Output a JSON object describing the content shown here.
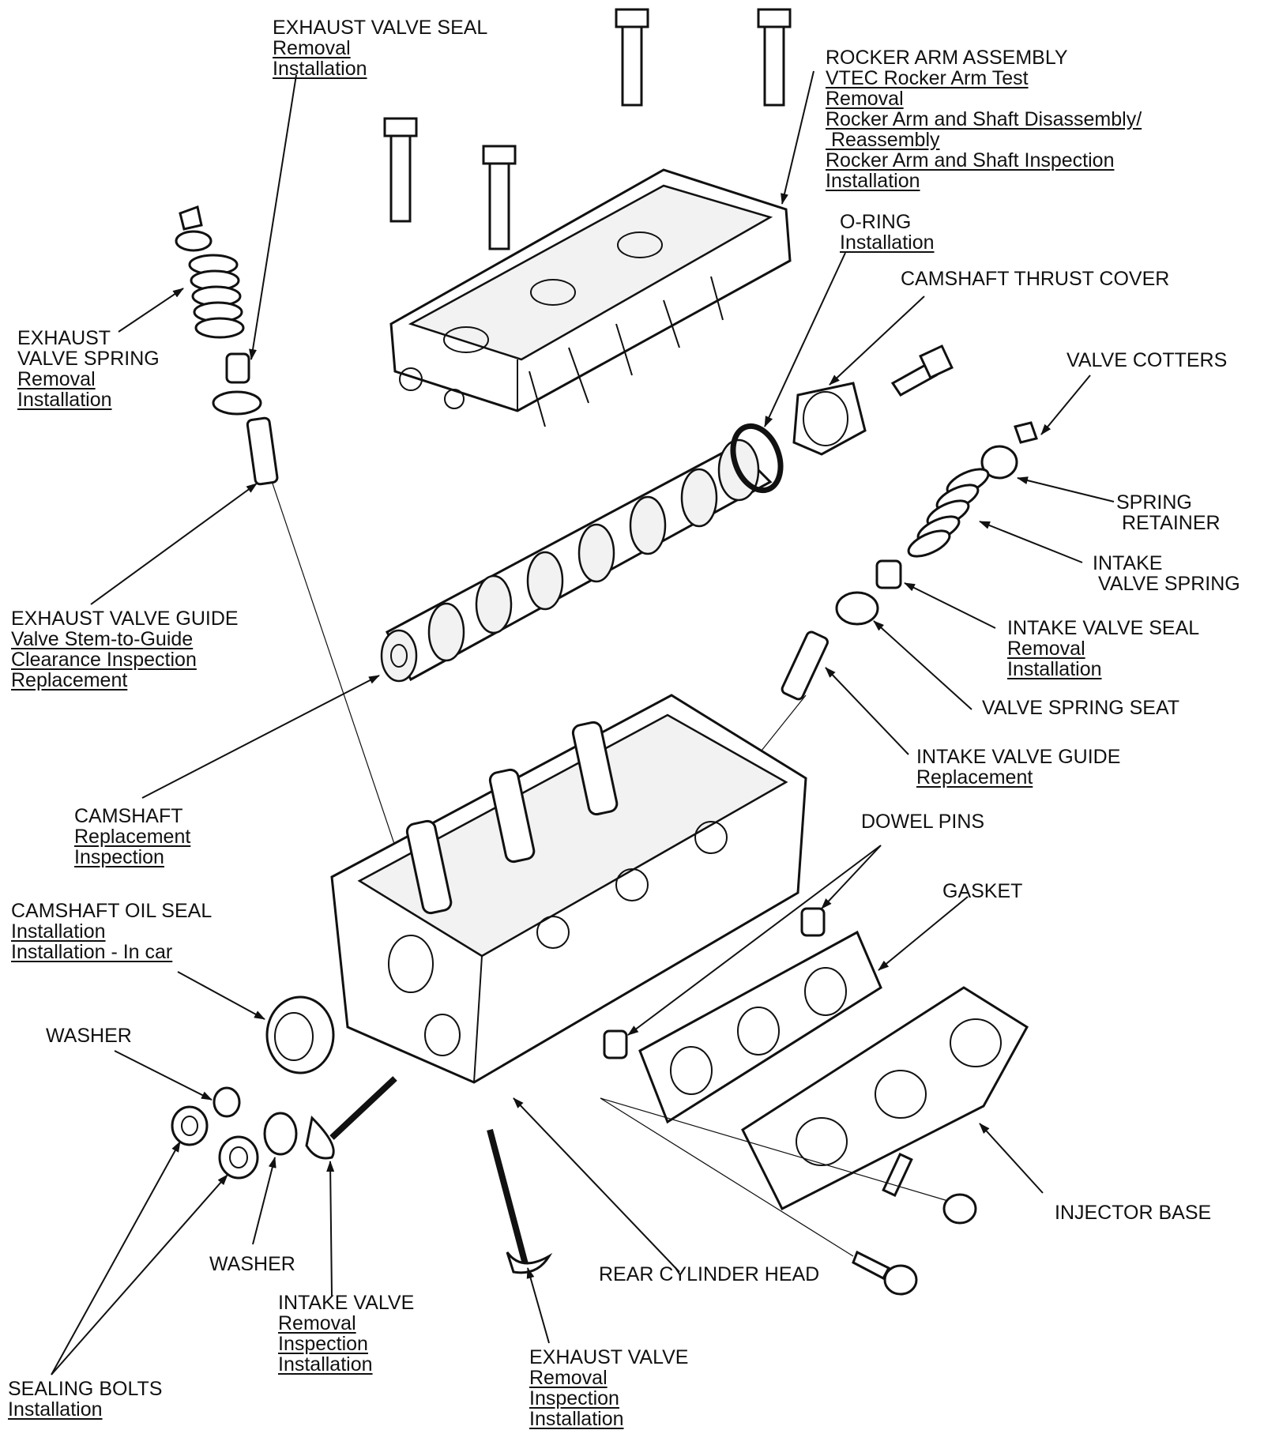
{
  "labels": {
    "exhaust_valve_seal": {
      "title": "EXHAUST VALVE SEAL",
      "links": [
        "Removal",
        "Installation"
      ]
    },
    "rocker_arm_assembly": {
      "title": "ROCKER ARM ASSEMBLY",
      "links": [
        "VTEC Rocker Arm Test",
        "Removal",
        "Rocker Arm and Shaft Disassembly/",
        " Reassembly",
        "Rocker Arm and Shaft Inspection",
        "Installation"
      ]
    },
    "o_ring": {
      "title": "O-RING",
      "links": [
        "Installation"
      ]
    },
    "camshaft_thrust_cover": {
      "title": "CAMSHAFT THRUST COVER",
      "links": []
    },
    "exhaust_valve_spring": {
      "title": "EXHAUST",
      "title2": "VALVE SPRING",
      "links": [
        "Removal",
        "Installation"
      ]
    },
    "valve_cotters": {
      "title": "VALVE COTTERS",
      "links": []
    },
    "spring_retainer": {
      "title": "SPRING",
      "title2": "RETAINER",
      "links": []
    },
    "intake_valve_spring": {
      "title": "INTAKE",
      "title2": "VALVE SPRING",
      "links": []
    },
    "exhaust_valve_guide": {
      "title": "EXHAUST VALVE GUIDE",
      "links": [
        "Valve Stem-to-Guide",
        "Clearance Inspection",
        "Replacement"
      ]
    },
    "intake_valve_seal": {
      "title": "INTAKE VALVE SEAL",
      "links": [
        "Removal",
        "Installation"
      ]
    },
    "valve_spring_seat": {
      "title": "VALVE SPRING SEAT",
      "links": []
    },
    "intake_valve_guide": {
      "title": "INTAKE VALVE GUIDE",
      "links": [
        "Replacement"
      ]
    },
    "camshaft": {
      "title": "CAMSHAFT",
      "links": [
        "Replacement",
        "Inspection"
      ]
    },
    "dowel_pins": {
      "title": "DOWEL PINS",
      "links": []
    },
    "gasket": {
      "title": "GASKET",
      "links": []
    },
    "camshaft_oil_seal": {
      "title": "CAMSHAFT OIL SEAL",
      "links": [
        "Installation",
        "Installation - In car"
      ]
    },
    "washer_top": {
      "title": "WASHER",
      "links": []
    },
    "injector_base": {
      "title": "INJECTOR BASE",
      "links": []
    },
    "washer_bottom": {
      "title": "WASHER",
      "links": []
    },
    "rear_cylinder_head": {
      "title": "REAR CYLINDER HEAD",
      "links": []
    },
    "intake_valve": {
      "title": "INTAKE VALVE",
      "links": [
        "Removal",
        "Inspection",
        "Installation"
      ]
    },
    "exhaust_valve": {
      "title": "EXHAUST VALVE",
      "links": [
        "Removal",
        "Inspection",
        "Installation"
      ]
    },
    "sealing_bolts": {
      "title": "SEALING BOLTS",
      "links": [
        "Installation"
      ]
    }
  }
}
